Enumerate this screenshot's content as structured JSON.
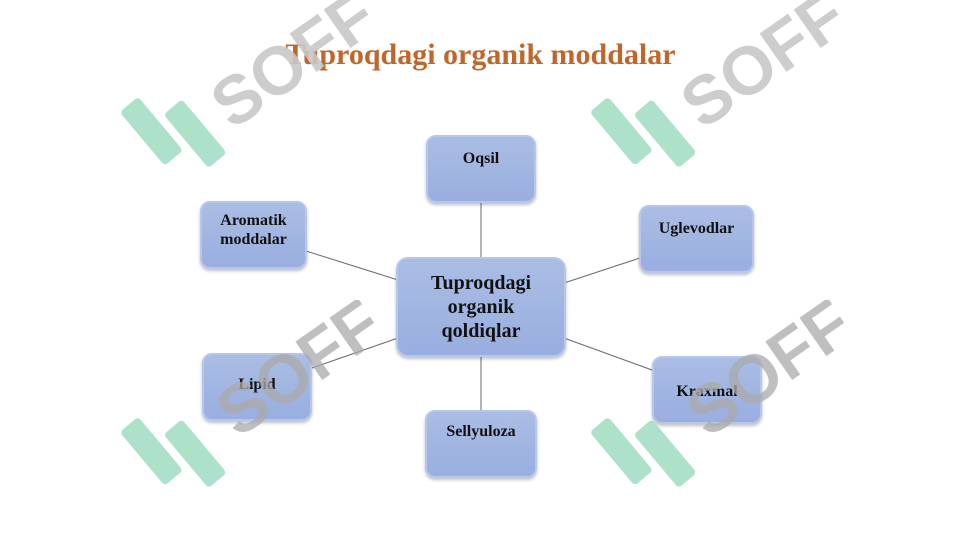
{
  "title": "Tuproqdagi organik moddalar",
  "center": "Tuproqdagi\norganik\nqoldiqlar",
  "nodes": {
    "oqsil": "Oqsil",
    "uglevodlar": "Uglevodlar",
    "aromatik": "Aromatik\nmoddalar",
    "lipid": "Lipid",
    "sellyuloza": "Sellyuloza",
    "kraxmal": "Kraxmal"
  },
  "watermark": {
    "text": "SOFF",
    "color_text": "#c8c8c8",
    "color_logo": "#9fdcc0",
    "icon": "soff-logo-icon"
  },
  "colors": {
    "title": "#c0662a",
    "node_fill": "#a3b6e2",
    "node_border": "#b6c6ec",
    "connector": "#6b6b6b"
  }
}
